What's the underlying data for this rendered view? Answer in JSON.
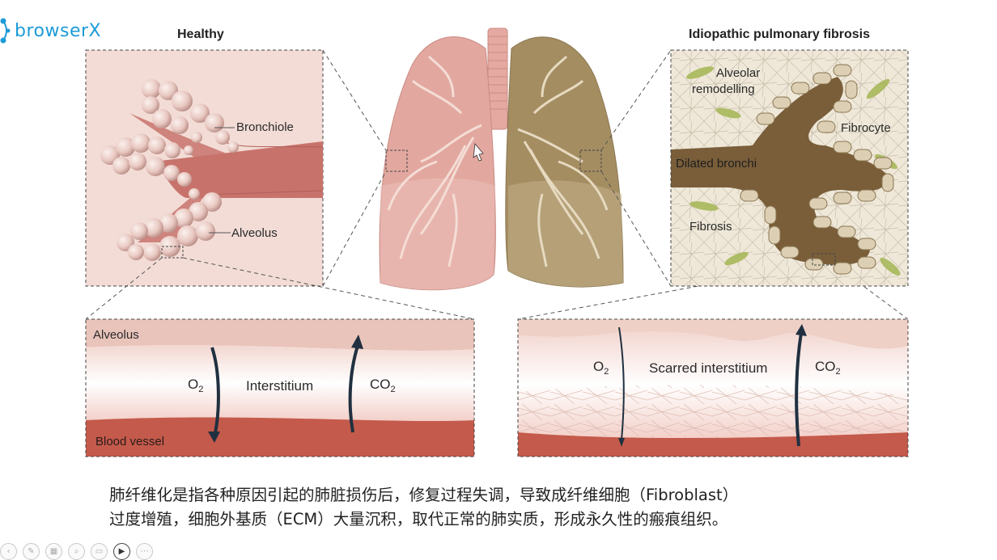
{
  "brand": {
    "name": "browserX",
    "color": "#1e9bd7"
  },
  "healthy_panel": {
    "title": "Healthy",
    "bronchiole": "Bronchiole",
    "alveolus": "Alveolus"
  },
  "ipf_panel": {
    "title": "Idiopathic pulmonary fibrosis",
    "alveolar_remodelling_1": "Alveolar",
    "alveolar_remodelling_2": "remodelling",
    "fibrocyte": "Fibrocyte",
    "dilated_bronchi": "Dilated bronchi",
    "fibrosis": "Fibrosis"
  },
  "healthy_cross_section": {
    "alveolus": "Alveolus",
    "o2": "O",
    "o2_sub": "2",
    "interstitium": "Interstitium",
    "co2": "CO",
    "co2_sub": "2",
    "blood_vessel": "Blood vessel"
  },
  "ipf_cross_section": {
    "o2": "O",
    "o2_sub": "2",
    "scarred_interstitium": "Scarred interstitium",
    "co2": "CO",
    "co2_sub": "2"
  },
  "caption": {
    "line1": "肺纤维化是指各种原因引起的肺脏损伤后，修复过程失调，导致成纤维细胞（Fibroblast）",
    "line2": "过度增殖，细胞外基质（ECM）大量沉积，取代正常的肺实质，形成永久性的瘢痕组织。"
  },
  "toolbar": {
    "icons": [
      "prev-icon",
      "pen-icon",
      "screen-icon",
      "zoom-icon",
      "caption-icon",
      "camera-icon",
      "more-icon"
    ]
  }
}
